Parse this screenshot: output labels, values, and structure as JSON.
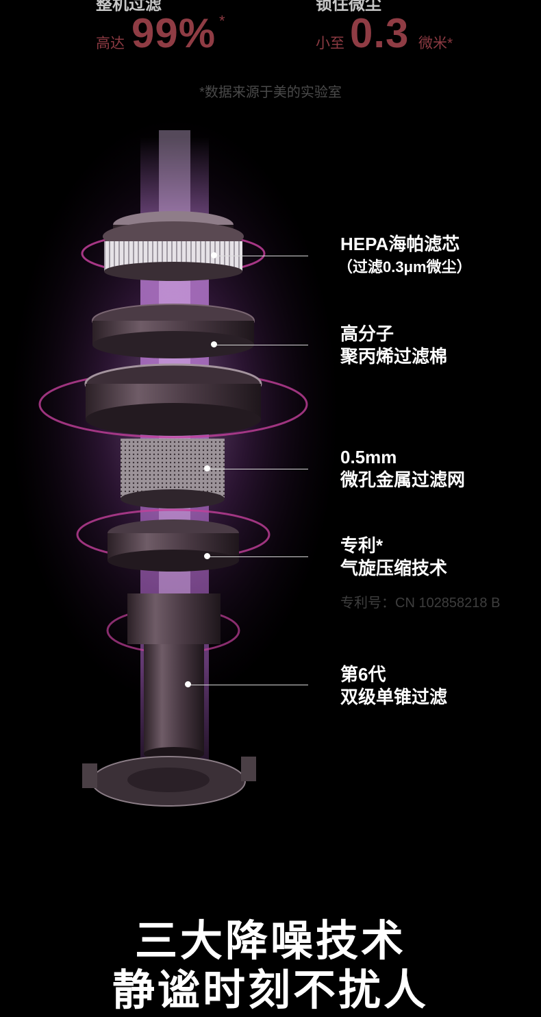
{
  "stats": {
    "left": {
      "title": "整机过滤",
      "prefix": "高达",
      "value": "99%",
      "suffix": "*"
    },
    "right": {
      "title": "锁住微尘",
      "prefix": "小至",
      "value": "0.3",
      "suffix": "微米*"
    }
  },
  "source_note": "*数据来源于美的实验室",
  "labels": {
    "hepa": {
      "line1": "HEPA海帕滤芯",
      "line2": "（过滤0.3μm微尘）"
    },
    "cotton": {
      "line1": "高分子",
      "line2": "聚丙烯过滤棉"
    },
    "mesh": {
      "line1": "0.5mm",
      "line2": "微孔金属过滤网"
    },
    "cyclone": {
      "line1": "专利*",
      "line2": "气旋压缩技术",
      "patent_no": "专利号：CN 102858218 B"
    },
    "cone": {
      "line1": "第6代",
      "line2": "双级单锥过滤"
    }
  },
  "headline": {
    "line1": "三大降噪技术",
    "line2": "静谧时刻不扰人"
  },
  "colors": {
    "accent_red": "#8f3c44",
    "glow": "#c86ed0",
    "background": "#000000"
  }
}
